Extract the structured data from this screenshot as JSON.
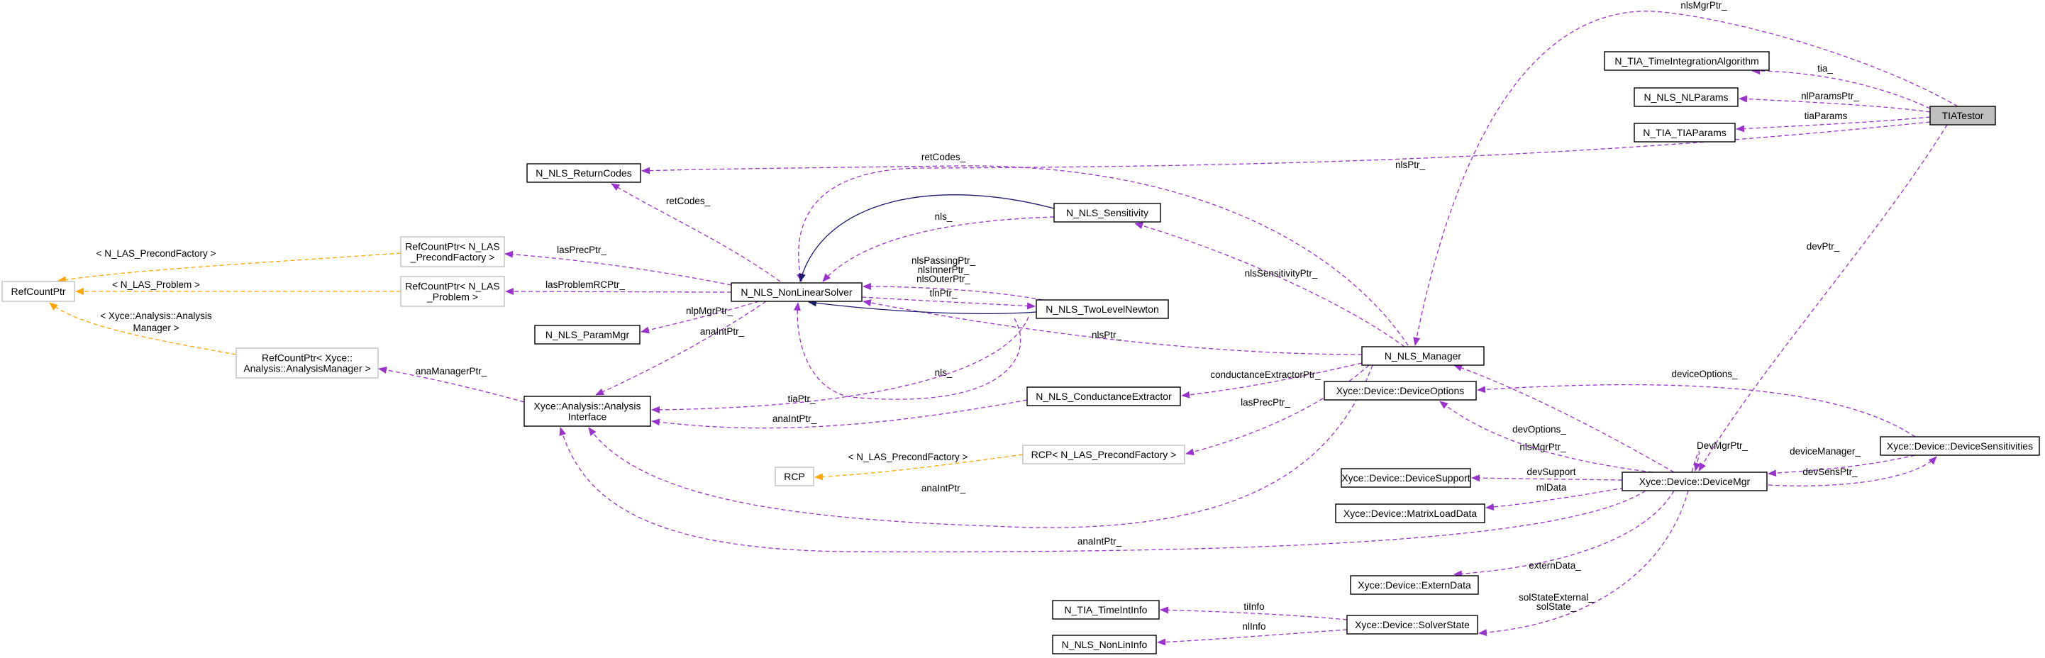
{
  "colors": {
    "usage": "#9a32cd",
    "template": "#ffa500",
    "inherit": "#191970",
    "focus_fill": "#bfbfbf",
    "template_border": "#bfbfbf"
  },
  "nodes": {
    "refcountptr": [
      "RefCountPtr"
    ],
    "rc_precond": [
      "RefCountPtr< N_LAS",
      "_PrecondFactory >"
    ],
    "rc_problem": [
      "RefCountPtr< N_LAS",
      "_Problem >"
    ],
    "rc_am": [
      "RefCountPtr< Xyce::",
      "Analysis::AnalysisManager >"
    ],
    "returncodes": [
      "N_NLS_ReturnCodes"
    ],
    "nonlinearsolver": [
      "N_NLS_NonLinearSolver"
    ],
    "parammgr": [
      "N_NLS_ParamMgr"
    ],
    "analysisinterface": [
      "Xyce::Analysis::Analysis",
      "Interface"
    ],
    "sensitivity": [
      "N_NLS_Sensitivity"
    ],
    "twolevelnewton": [
      "N_NLS_TwoLevelNewton"
    ],
    "conductanceextractor": [
      "N_NLS_ConductanceExtractor"
    ],
    "rcp": [
      "RCP"
    ],
    "rcp_precond": [
      "RCP< N_LAS_PrecondFactory >"
    ],
    "manager": [
      "N_NLS_Manager"
    ],
    "deviceoptions": [
      "Xyce::Device::DeviceOptions"
    ],
    "devicesupport": [
      "Xyce::Device::DeviceSupport"
    ],
    "matrixloaddata": [
      "Xyce::Device::MatrixLoadData"
    ],
    "devicemgr": [
      "Xyce::Device::DeviceMgr"
    ],
    "externdata": [
      "Xyce::Device::ExternData"
    ],
    "solverstate": [
      "Xyce::Device::SolverState"
    ],
    "timeintinfo": [
      "N_TIA_TimeIntInfo"
    ],
    "noninfo": [
      "N_NLS_NonLinInfo"
    ],
    "devicesensitivities": [
      "Xyce::Device::DeviceSensitivities"
    ],
    "tia_algorithm": [
      "N_TIA_TimeIntegrationAlgorithm"
    ],
    "nlparams": [
      "N_NLS_NLParams"
    ],
    "tiaparams": [
      "N_TIA_TIAParams"
    ],
    "tiatestor": [
      "TIATestor"
    ]
  },
  "edges": {
    "tt_nlsmgr": [
      "nlsMgrPtr_"
    ],
    "tt_tia": [
      "tia_"
    ],
    "tt_nlparams": [
      "nlParamsPtr_"
    ],
    "tt_tiaparams": [
      "tiaParams"
    ],
    "tt_nls": [
      "nlsPtr_"
    ],
    "tt_devptr": [
      "devPtr_"
    ],
    "nls_retcodes": [
      "retCodes_"
    ],
    "mgr_retcodes": [
      "retCodes_"
    ],
    "nls_rcprecond": [
      "lasPrecPtr_"
    ],
    "nls_rcproblem": [
      "lasProblemRCPtr_"
    ],
    "rcprecond_rcp": [
      "< N_LAS_PrecondFactory >"
    ],
    "rcproblem_rcp": [
      "< N_LAS_Problem >"
    ],
    "rcam_rcp": [
      "< Xyce::Analysis::Analysis",
      "Manager >"
    ],
    "nls_parammgr": [
      "nlpMgrPtr_"
    ],
    "nls_ana": [
      "anaIntPtr_"
    ],
    "ana_rcam": [
      "anaManagerPtr_"
    ],
    "sens_nls": [
      "nls_"
    ],
    "tln_nls": [
      "nlsPassingPtr_",
      "nlsInnerPtr_",
      "nlsOuterPtr_"
    ],
    "nls_tln": [
      "tlnPtr_"
    ],
    "tln_ana_nls": [
      "nls_"
    ],
    "tln_ana": [
      "tiaPtr_"
    ],
    "ce_ana": [
      "anaIntPtr_"
    ],
    "mgr_nls": [
      "nlsPtr_"
    ],
    "mgr_sens": [
      "nlsSensitivityPtr_"
    ],
    "mgr_ce": [
      "conductanceExtractorPtr_"
    ],
    "mgr_rcpprecond": [
      "lasPrecPtr_"
    ],
    "mgr_ana": [
      "anaIntPtr_"
    ],
    "rcpprecond_rcp": [
      "< N_LAS_PrecondFactory >"
    ],
    "dm_mgr": [
      "nlsMgrPtr_"
    ],
    "dm_devopts": [
      "devOptions_"
    ],
    "ds_devopts": [
      "deviceOptions_"
    ],
    "dm_devsupport": [
      "devSupport"
    ],
    "dm_mld": [
      "mlData"
    ],
    "dm_ana": [
      "anaIntPtr_"
    ],
    "dm_extern": [
      "externData_"
    ],
    "dm_solver": [
      "solStateExternal_",
      "solState_"
    ],
    "ds_dm": [
      "deviceManager_"
    ],
    "dm_ds_devmgr": [
      "DevMgrPtr_"
    ],
    "dm_ds": [
      "devSensPtr_"
    ],
    "solver_timeint": [
      "tiInfo"
    ],
    "solver_nonlin": [
      "nlInfo"
    ],
    "sens_inherit": [],
    "tln_inherit": []
  }
}
